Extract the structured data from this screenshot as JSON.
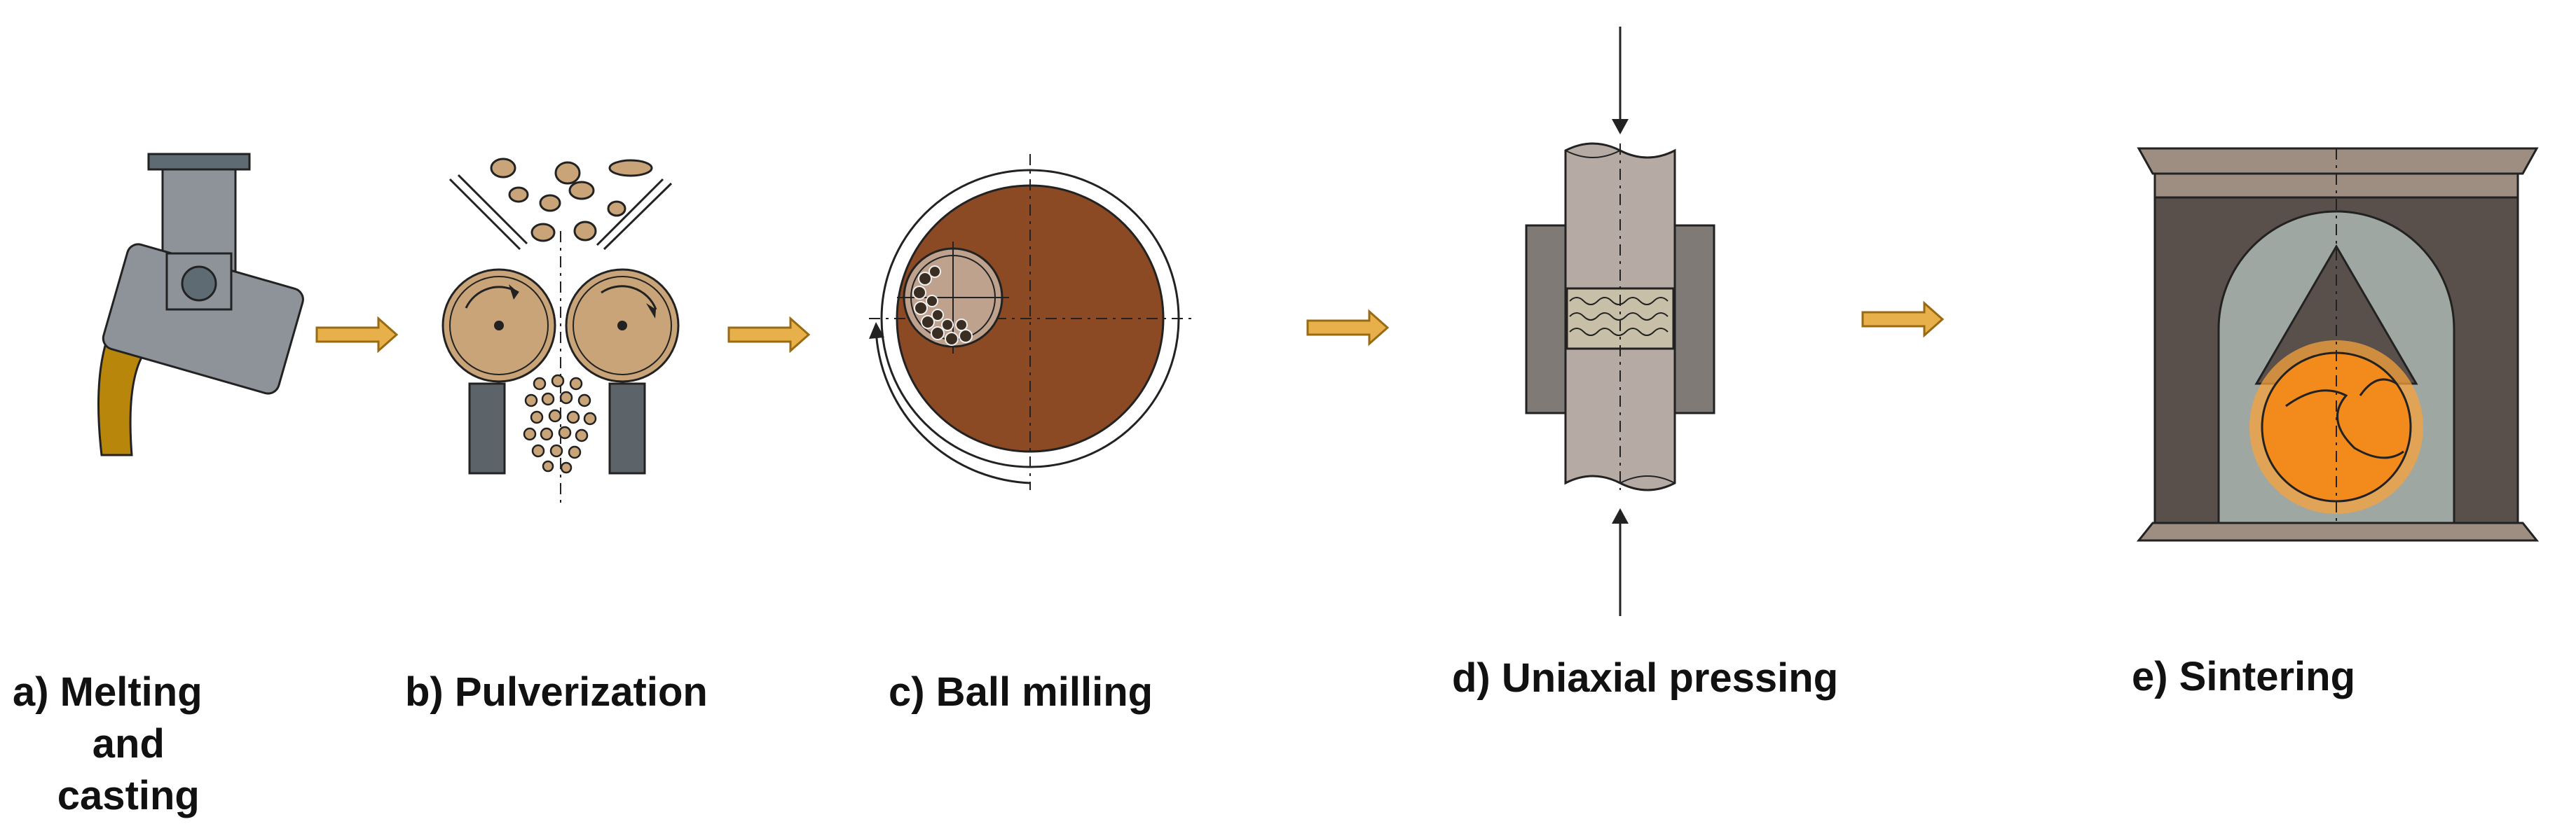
{
  "steps": [
    {
      "id": "a",
      "label": "a) Melting",
      "label_lines": [
        "and",
        "casting"
      ],
      "icon": "melting-crucible-icon"
    },
    {
      "id": "b",
      "label": "b) Pulverization",
      "icon": "roll-crusher-icon"
    },
    {
      "id": "c",
      "label": "c) Ball milling",
      "icon": "ball-mill-icon"
    },
    {
      "id": "d",
      "label": "d) Uniaxial pressing",
      "icon": "uniaxial-press-icon"
    },
    {
      "id": "e",
      "label": "e) Sintering",
      "icon": "sintering-furnace-icon"
    }
  ],
  "colors": {
    "arrow": "#E8B04A",
    "arrow_outline": "#9A6A12",
    "molten_metal": "#B8860B",
    "crucible": "#8E9399",
    "crucible_pivot": "#5F6B72",
    "crusher_roll": "#C9A478",
    "crusher_base": "#5C6469",
    "mill_jar": "#8B4A24",
    "mill_inner": "#BFA28E",
    "press_body": "#B5ABA4",
    "press_die": "#7F7A76",
    "powder_fill": "#C8BFA8",
    "furnace_dark": "#5A504B",
    "furnace_light": "#9FA7A2",
    "furnace_fire": "#F28A1C",
    "furnace_top": "#9D8E81",
    "line": "#222222"
  }
}
